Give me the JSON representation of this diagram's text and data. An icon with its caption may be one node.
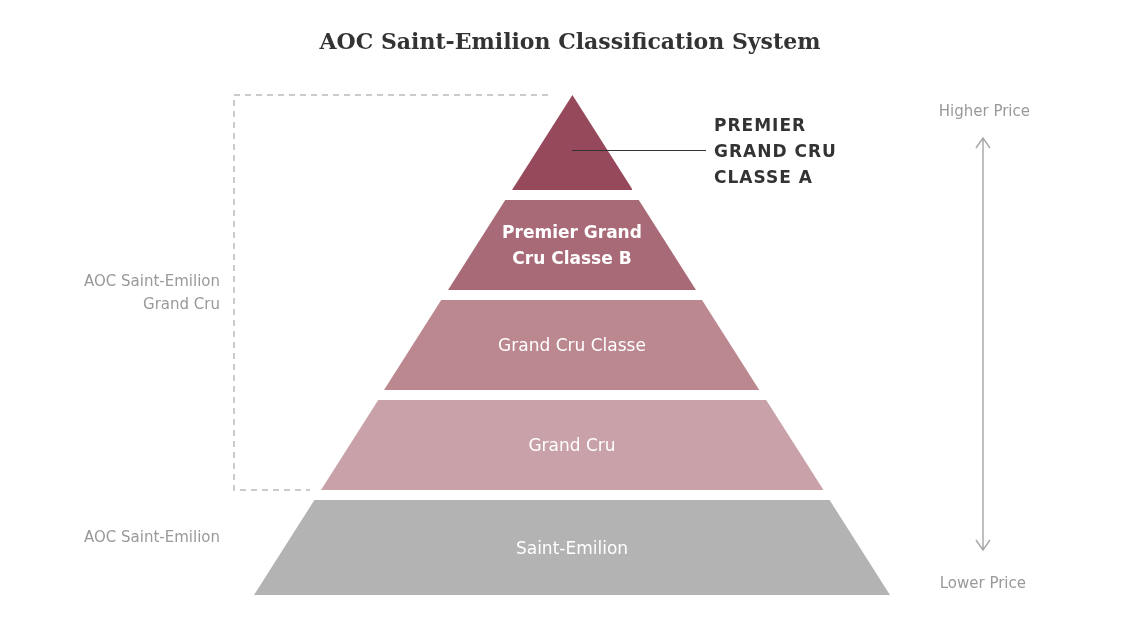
{
  "diagram": {
    "title": "AOC Saint-Emilion Classification System",
    "nodes": [
      {
        "text": [],
        "shape": "triangle"
      },
      {
        "text": [
          "PREMIER GRAND CRU CLASSE A"
        ]
      },
      {
        "text": [
          "Premier Grand Cru Classe B"
        ]
      },
      {
        "text": [
          "Grand Cru Classe"
        ]
      },
      {
        "text": [
          "Grand Cru"
        ]
      },
      {
        "text": [
          "Saint-Emilion"
        ]
      }
    ],
    "edges": [
      {
        "from": 1,
        "to": 0,
        "arrow": "none"
      }
    ],
    "labels": [
      "Higher Price",
      "AOC Saint-Emilion Grand Cru",
      "AOC Saint-Emilion",
      "Lower Price"
    ]
  }
}
